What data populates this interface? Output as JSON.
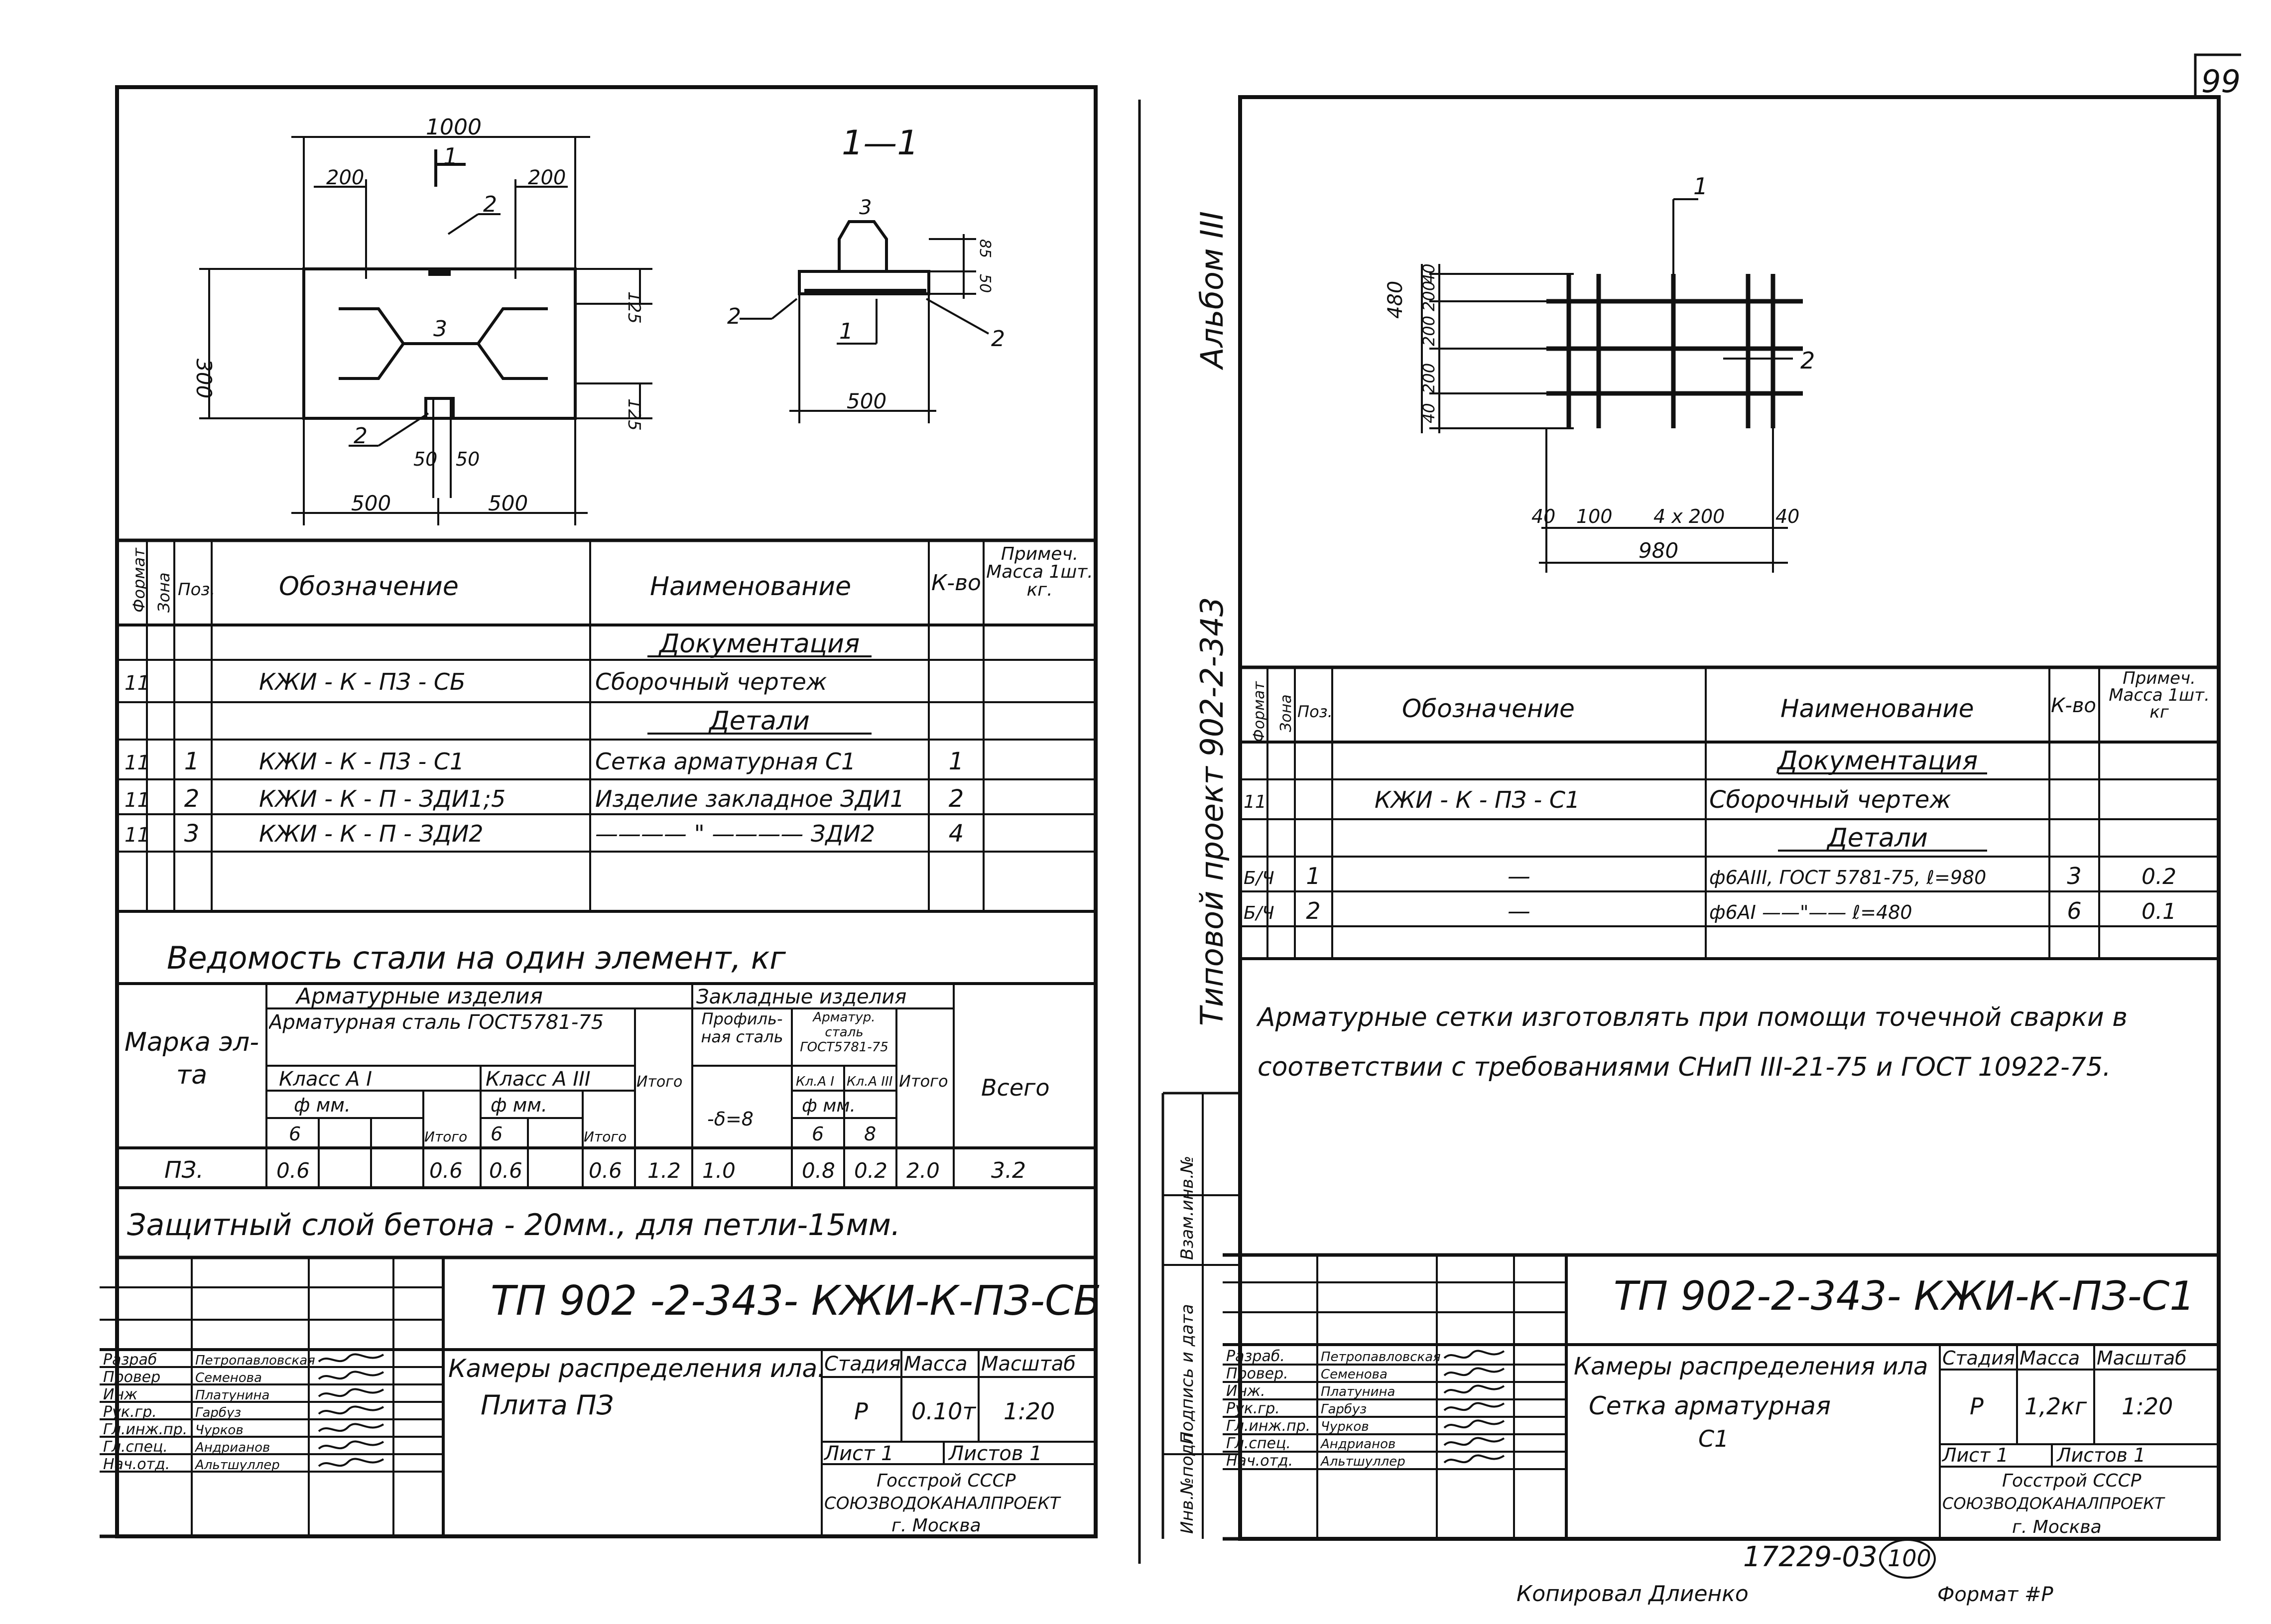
{
  "page_number": "99",
  "copied_by": "Копировал  Длиенко",
  "format_label": "Формат  #P",
  "album_no": "17229-03",
  "album_no_circled": "100",
  "left": {
    "drawing": {
      "section_label": "1—1",
      "dims": {
        "total_width": "1000",
        "left_offset": "200",
        "right_offset": "200",
        "height": "300",
        "half_left": "500",
        "half_right": "500",
        "d50_left": "50",
        "d50_right": "50",
        "d125_top": "125",
        "d125_bottom": "125",
        "section_width": "500",
        "section_h1": "85",
        "section_h2": "50"
      },
      "labels": {
        "cut_mark": "1",
        "pos2_top": "2",
        "pos3": "3",
        "pos2_bottom": "2",
        "sec_pos3": "3",
        "sec_pos1": "1",
        "sec_pos2_left": "2",
        "sec_pos2_right": "2"
      }
    },
    "spec": {
      "headers": {
        "format": "Формат",
        "zone": "Зона",
        "pos": "Поз.",
        "designation": "Обозначение",
        "name": "Наименование",
        "qty": "К-во",
        "note": "Примеч. Масса 1шт. кг."
      },
      "rows": [
        {
          "format": "",
          "zone": "",
          "pos": "",
          "designation": "",
          "name": "Документация",
          "qty": "",
          "note": "",
          "heading": true
        },
        {
          "format": "11",
          "zone": "",
          "pos": "",
          "designation": "КЖИ - К - ПЗ - СБ",
          "name": "Сборочный   чертеж",
          "qty": "",
          "note": ""
        },
        {
          "format": "",
          "zone": "",
          "pos": "",
          "designation": "",
          "name": "Детали",
          "qty": "",
          "note": "",
          "heading": true
        },
        {
          "format": "11",
          "zone": "",
          "pos": "1",
          "designation": "КЖИ - К - ПЗ - С1",
          "name": "Сетка арматурная  С1",
          "qty": "1",
          "note": ""
        },
        {
          "format": "11",
          "zone": "",
          "pos": "2",
          "designation": "КЖИ - К - П - ЗДИ1;5",
          "name": "Изделие закладное ЗДИ1",
          "qty": "2",
          "note": ""
        },
        {
          "format": "11",
          "zone": "",
          "pos": "3",
          "designation": "КЖИ - К - П - ЗДИ2",
          "name": "———— \" ———— ЗДИ2",
          "qty": "4",
          "note": ""
        },
        {
          "format": "",
          "zone": "",
          "pos": "",
          "designation": "",
          "name": "",
          "qty": "",
          "note": ""
        }
      ]
    },
    "steel": {
      "title": "Ведомость   стали   на   один   элемент, кг",
      "mark_header": "Марка эл-та",
      "reinf_products": "Арматурные   изделия",
      "reinf_steel": "Арматурная  сталь ГОСТ5781-75",
      "class_a1": "Класс  А I",
      "class_a3": "Класс  А III",
      "phi_mm": "ф мм.",
      "d6": "6",
      "total": "Итого",
      "embedded": "Закладные  изделия",
      "profile_steel": "Профиль-ная сталь",
      "delta8": "-δ=8",
      "reinf_steel2": "Арматур. сталь ГОСТ5781-75",
      "kl_a1": "Кл.А I",
      "kl_a3": "Кл.А III",
      "d8": "8",
      "grand_total": "Всего",
      "row": {
        "mark": "ПЗ.",
        "a1_6": "0.6",
        "a1_total": "0.6",
        "a3_6": "0.6",
        "a3_total": "0.6",
        "reinf_total": "1.2",
        "profile": "1.0",
        "e_a1_6": "0.8",
        "e_a3_8": "0.2",
        "e_total": "2.0",
        "grand": "3.2"
      }
    },
    "protective_note": "Защитный    слой    бетона  - 20мм., для   петли-15мм.",
    "title_block": {
      "code": "ТП 902 -2-343- КЖИ-К-ПЗ-СБ",
      "desc1": "Камеры распределения ила.",
      "desc2": "Плита  ПЗ",
      "stage_h": "Стадия",
      "mass_h": "Масса",
      "scale_h": "Масштаб",
      "stage": "Р",
      "mass": "0.10т",
      "scale": "1:20",
      "sheet": "Лист 1",
      "sheets": "Листов 1",
      "org1": "Госстрой СССР",
      "org2": "СОЮЗВОДОКАНАЛПРОЕКТ",
      "org3": "г. Москва",
      "staff": [
        {
          "role": "Разраб",
          "name": "Петропавловская"
        },
        {
          "role": "Провер",
          "name": "Семенова"
        },
        {
          "role": "Инж",
          "name": "Платунина"
        },
        {
          "role": "Рук.гр.",
          "name": "Гарбуз"
        },
        {
          "role": "Гл.инж.пр.",
          "name": "Чурков"
        },
        {
          "role": "Гл.спец.",
          "name": "Андрианов"
        },
        {
          "role": "Нач.отд.",
          "name": "Альтшуллер"
        }
      ]
    }
  },
  "right": {
    "album_label": "Альбом III",
    "project_label": "Типовой    проект    902-2-343",
    "side_stamp": [
      "Инв.№подл",
      "Подпись и дата",
      "Взам.инв.№"
    ],
    "drawing": {
      "pos1": "1",
      "pos2": "2",
      "dims": {
        "h480": "480",
        "d40a": "40",
        "d200a": "200",
        "d200b": "200",
        "d200c": "200",
        "d40b": "40",
        "w40": "40",
        "w100": "100",
        "w4x200": "4 x 200",
        "w40b": "40",
        "w980": "980"
      }
    },
    "spec": {
      "headers": {
        "format": "Формат",
        "zone": "Зона",
        "pos": "Поз.",
        "designation": "Обозначение",
        "name": "Наименование",
        "qty": "К-во",
        "note": "Примеч. Масса 1шт. кг"
      },
      "rows": [
        {
          "format": "",
          "zone": "",
          "pos": "",
          "designation": "",
          "name": "Документация",
          "qty": "",
          "note": "",
          "heading": true
        },
        {
          "format": "11",
          "zone": "",
          "pos": "",
          "designation": "КЖИ  - К - ПЗ - С1",
          "name": "Сборочный   чертеж",
          "qty": "",
          "note": ""
        },
        {
          "format": "",
          "zone": "",
          "pos": "",
          "designation": "",
          "name": "Детали",
          "qty": "",
          "note": "",
          "heading": true
        },
        {
          "format": "Б/Ч",
          "zone": "",
          "pos": "1",
          "designation": "—",
          "name": "ф6АIII, ГОСТ 5781-75, ℓ=980",
          "qty": "3",
          "note": "0.2"
        },
        {
          "format": "Б/Ч",
          "zone": "",
          "pos": "2",
          "designation": "—",
          "name": "ф6АI ——\"—— ℓ=480",
          "qty": "6",
          "note": "0.1"
        }
      ]
    },
    "note1": "Арматурные  сетки  изготовлять  при помощи  точечной  сварки в",
    "note2": "соответствии с требованиями СНиП III-21-75 и ГОСТ 10922-75.",
    "title_block": {
      "code": "ТП 902-2-343- КЖИ-К-ПЗ-С1",
      "desc1": "Камеры распределения ила",
      "desc2": "Сетка  арматурная",
      "desc3": "С1",
      "stage_h": "Стадия",
      "mass_h": "Масса",
      "scale_h": "Масштаб",
      "stage": "Р",
      "mass": "1,2кг",
      "scale": "1:20",
      "sheet": "Лист  1",
      "sheets": "Листов 1",
      "org1": "Госстрой СССР",
      "org2": "СОЮЗВОДОКАНАЛПРОЕКТ",
      "org3": "г. Москва",
      "staff": [
        {
          "role": "Разраб.",
          "name": "Петропавловская"
        },
        {
          "role": "Провер.",
          "name": "Семенова"
        },
        {
          "role": "Инж.",
          "name": "Платунина"
        },
        {
          "role": "Рук.гр.",
          "name": "Гарбуз"
        },
        {
          "role": "Гл.инж.пр.",
          "name": "Чурков"
        },
        {
          "role": "Гл.спец.",
          "name": "Андрианов"
        },
        {
          "role": "Нач.отд.",
          "name": "Альтшуллер"
        }
      ]
    }
  }
}
